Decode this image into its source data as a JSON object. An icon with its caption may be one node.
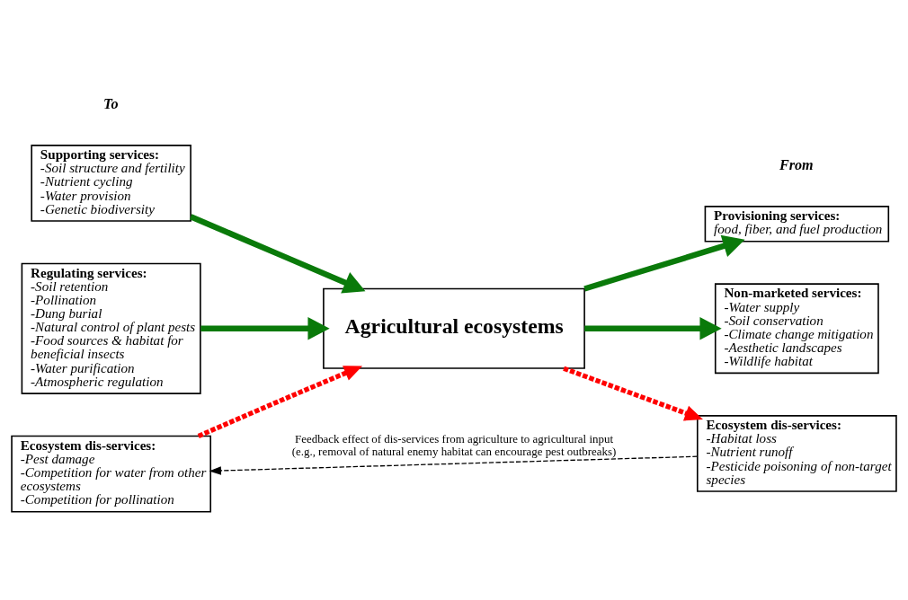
{
  "diagram": {
    "nodes": [
      {
        "text": [
          "Supporting services:",
          "-Soil structure and fertility",
          "-Nutrient cycling",
          "-Water provision",
          "-Genetic biodiversity"
        ]
      },
      {
        "text": [
          "Regulating services:",
          "-Soil retention",
          "-Pollination",
          "-Dung burial",
          "-Natural control of plant pests",
          "-Food sources & habitat for beneficial insects",
          "-Water purification",
          "-Atmospheric regulation"
        ]
      },
      {
        "text": [
          "Ecosystem dis-services:",
          "-Pest damage",
          "-Competition for water from other ecosystems",
          "-Competition for pollination"
        ]
      },
      {
        "text": [
          "Agricultural ecosystems"
        ]
      },
      {
        "text": [
          "Provisioning services:",
          "food, fiber, and fuel production"
        ]
      },
      {
        "text": [
          "Non-marketed services:",
          "-Water supply",
          "-Soil conservation",
          "-Climate change mitigation",
          "-Aesthetic landscapes",
          "-Wildlife habitat"
        ]
      },
      {
        "text": [
          "Ecosystem dis-services:",
          "-Habitat loss",
          "-Nutrient runoff",
          "-Pesticide poisoning of non-target species"
        ]
      }
    ],
    "edges": [
      {
        "from": 0,
        "to": 3,
        "arrow": "to"
      },
      {
        "from": 1,
        "to": 3,
        "arrow": "to"
      },
      {
        "from": 2,
        "to": 3,
        "arrow": "to",
        "style": "dashed",
        "color": "#ff0000"
      },
      {
        "from": 3,
        "to": 4,
        "arrow": "to"
      },
      {
        "from": 3,
        "to": 5,
        "arrow": "to"
      },
      {
        "from": 3,
        "to": 6,
        "arrow": "to",
        "style": "dashed",
        "color": "#ff0000"
      },
      {
        "from": 6,
        "to": 2,
        "arrow": "to",
        "style": "dashed",
        "color": "#000000",
        "label": "Feedback effect of dis-services from agriculture to agricultural input (e.g., removal of natural enemy habitat can encourage pest outbreaks)"
      }
    ],
    "labels": [
      "To",
      "From"
    ]
  }
}
